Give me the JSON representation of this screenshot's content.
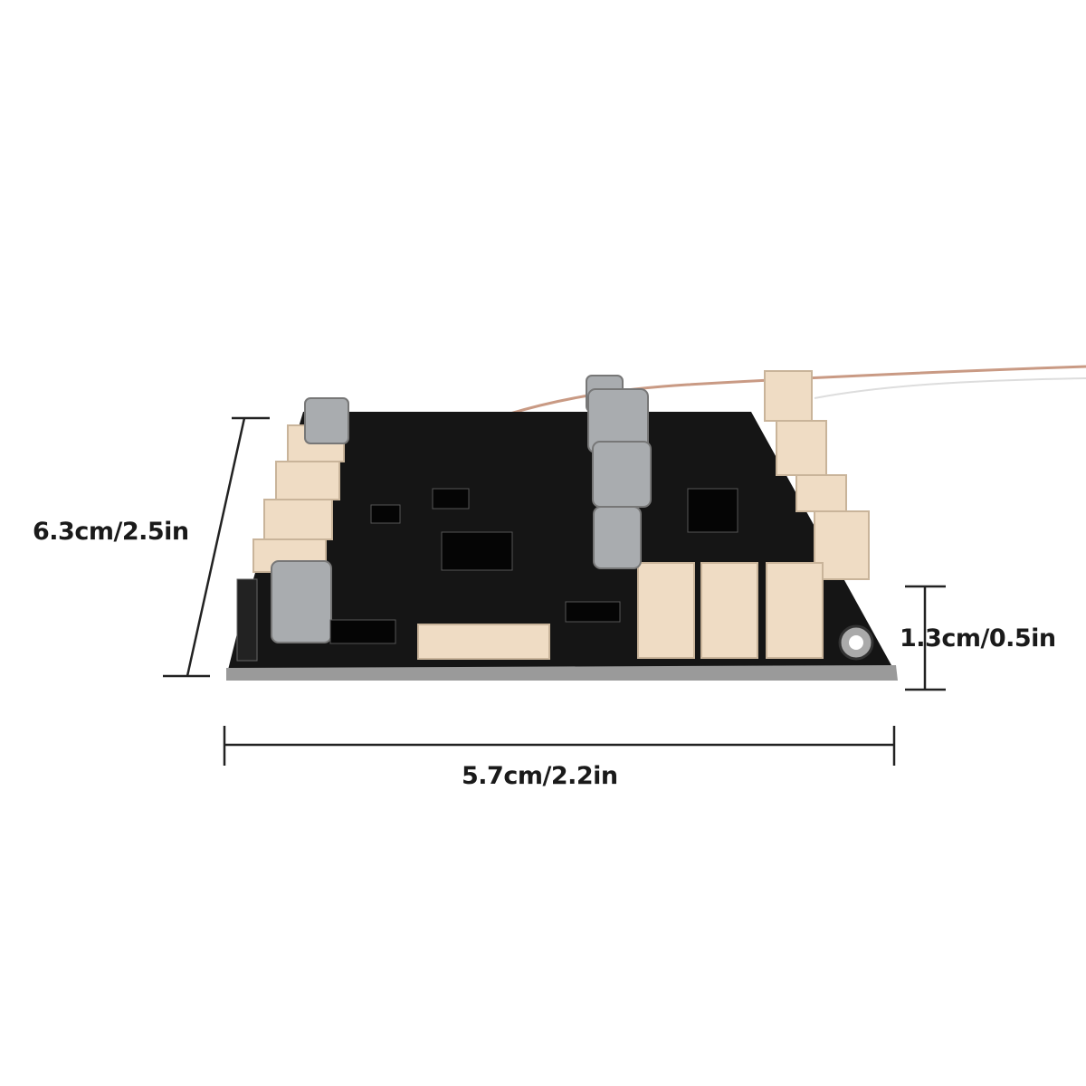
{
  "dimensions": {
    "length": "6.3cm/2.5in",
    "height": "1.3cm/0.5in",
    "width": "5.7cm/2.2in"
  },
  "colors": {
    "board": "#151515",
    "connector": "#efdcc4",
    "capacitor": "#a9acaf",
    "dimension_line": "#222222",
    "antenna_wire": "#c99a84"
  }
}
